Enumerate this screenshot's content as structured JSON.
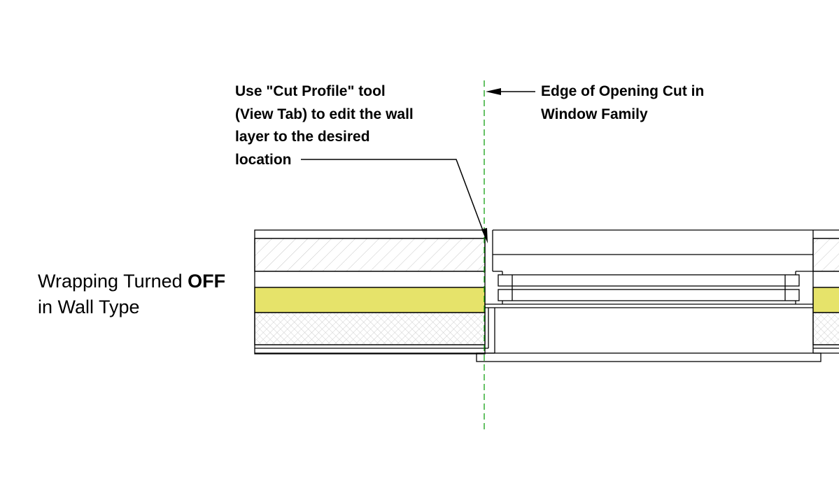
{
  "annotations": {
    "cut_profile_note": [
      "Use \"Cut Profile\" tool",
      "(View Tab) to edit the wall",
      "layer to the desired",
      "location"
    ],
    "opening_edge_note": [
      "Edge of Opening Cut in",
      "Window Family"
    ]
  },
  "label": {
    "line1_prefix": "Wrapping Turned ",
    "line1_bold": "OFF",
    "line2": "in Wall Type"
  },
  "colors": {
    "insulation": "#e6e36a",
    "reference_line": "#009900",
    "lines": "#000000"
  }
}
